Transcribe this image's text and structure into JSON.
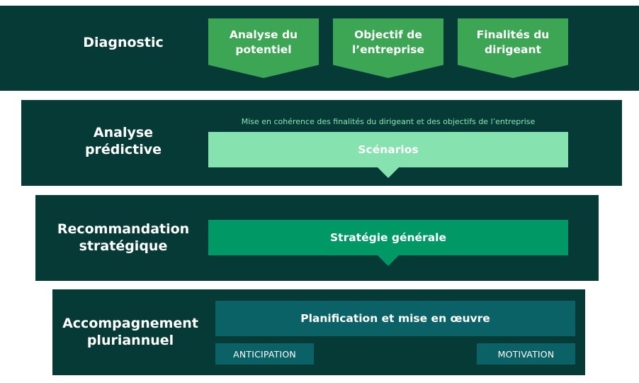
{
  "diagnostic": {
    "title": "Diagnostic",
    "chevrons": [
      "Analyse du\npotentiel",
      "Objectif de\nl’entreprise",
      "Finalités du\ndirigeant"
    ]
  },
  "predictive": {
    "title": "Analyse\nprédictive",
    "subtitle": "Mise en cohérence des finalités du dirigeant et des objectifs de l’entreprise",
    "bar": "Scénarios"
  },
  "recommendation": {
    "title": "Recommandation\nstratégique",
    "bar": "Stratégie générale"
  },
  "support": {
    "title": "Accompagnement\npluriannuel",
    "bar": "Planification et mise en œuvre",
    "tags": [
      "ANTICIPATION",
      "MOTIVATION"
    ]
  },
  "colors": {
    "band": "#063a37",
    "chevron": "#3da655",
    "scenarios": "#86e3b0",
    "strategy": "#009966",
    "planning": "#0b6266"
  }
}
